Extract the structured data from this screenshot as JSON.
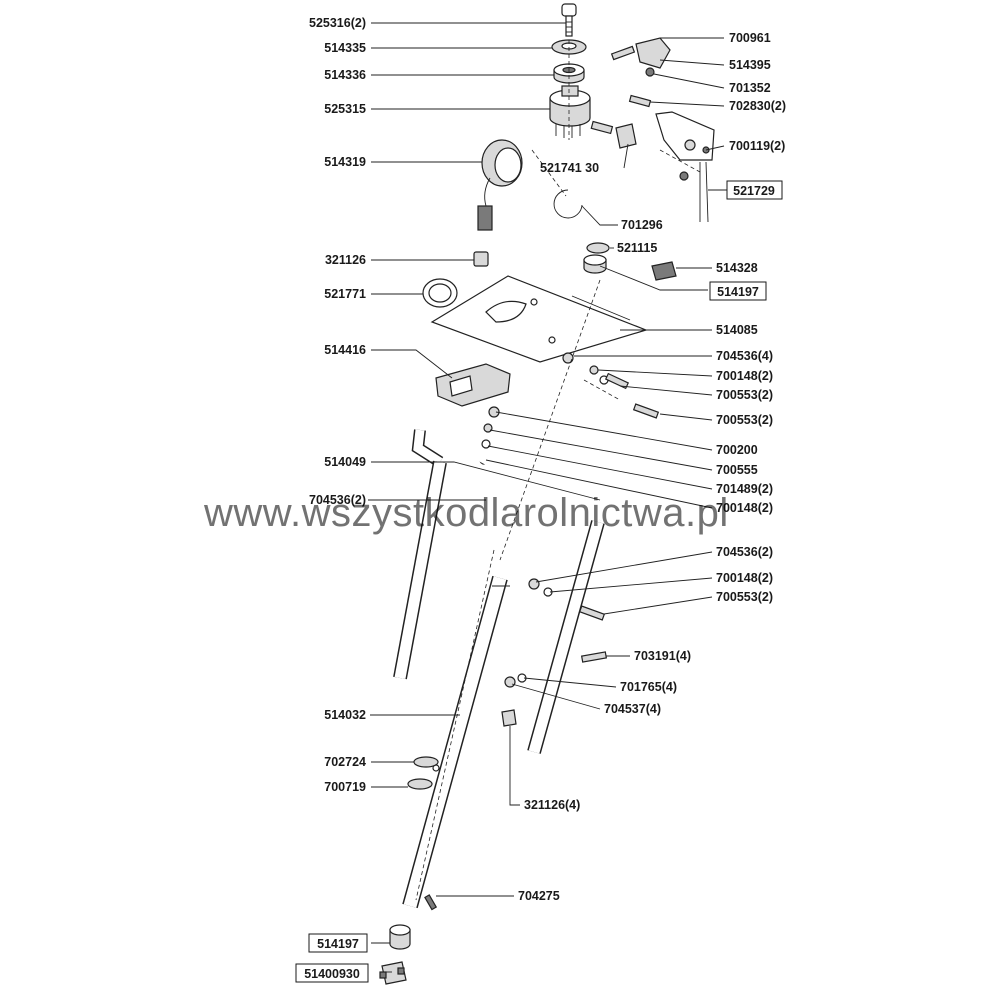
{
  "watermark": "www.wszystkodlarolnictwa.pl",
  "labels": {
    "l525316": "525316(2)",
    "l514335": "514335",
    "l514336": "514336",
    "l525315": "525315",
    "l514319": "514319",
    "l700961": "700961",
    "l514395": "514395",
    "l701352": "701352",
    "l702830": "702830(2)",
    "l700119": "700119(2)",
    "l521741": "521741 30",
    "l521729": "521729",
    "l701296": "701296",
    "l521115": "521115",
    "l321126": "321126",
    "l514328": "514328",
    "l521771": "521771",
    "l514197a": "514197",
    "l514085": "514085",
    "l514416": "514416",
    "l704536a": "704536(4)",
    "l700148a": "700148(2)",
    "l700553a": "700553(2)",
    "l700553b": "700553(2)",
    "l700200": "700200",
    "l514049": "514049",
    "l700555": "700555",
    "l701489": "701489(2)",
    "l704536b": "704536(2)",
    "l700148b": "700148(2)",
    "l704536c": "704536(2)",
    "l700148c": "700148(2)",
    "l700553c": "700553(2)",
    "l703191": "703191(4)",
    "l701765": "701765(4)",
    "l704537": "704537(4)",
    "l514032": "514032",
    "l702724": "702724",
    "l700719": "700719",
    "l321126b": "321126(4)",
    "l704275": "704275",
    "l514197b": "514197",
    "l51400930": "51400930"
  }
}
